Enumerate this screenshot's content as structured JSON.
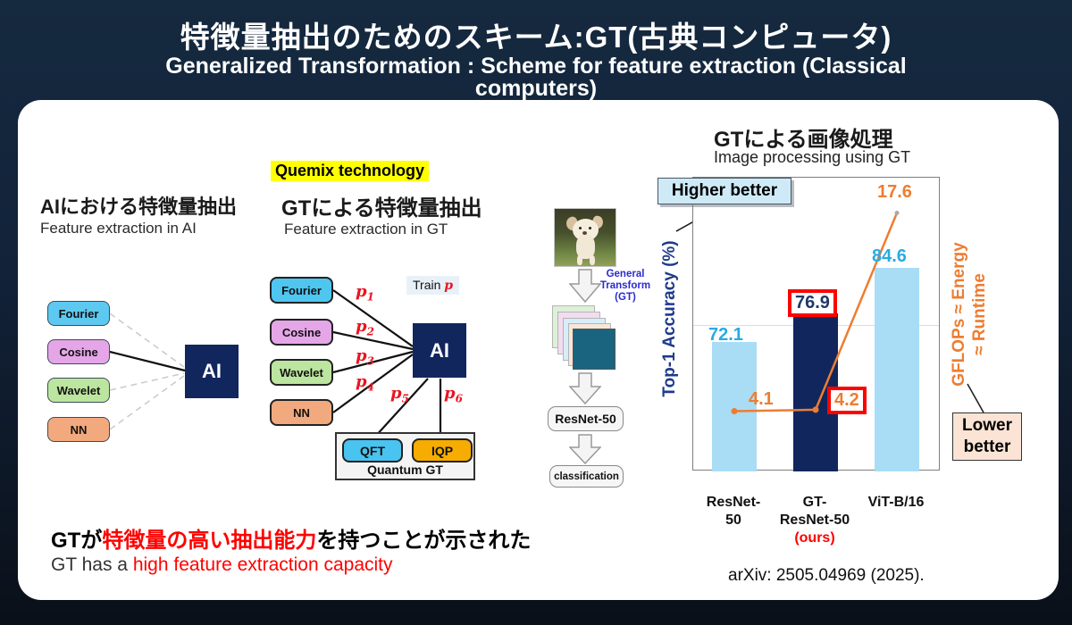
{
  "header": {
    "title_jp": "特徴量抽出のためのスキーム:GT(古典コンピュータ)",
    "subtitle_line1": "Generalized Transformation : Scheme for feature extraction (Classical",
    "subtitle_line2": "computers)"
  },
  "ai_section": {
    "title_jp": "AIにおける特徴量抽出",
    "title_en": "Feature extraction in AI",
    "ai_label": "AI",
    "ai_color": "#12265e",
    "inputs": [
      {
        "label": "Fourier",
        "color": "#5ec9f0"
      },
      {
        "label": "Cosine",
        "color": "#e5a6e8"
      },
      {
        "label": "Wavelet",
        "color": "#bce59f"
      },
      {
        "label": "NN",
        "color": "#f2a97e"
      }
    ]
  },
  "gt_section": {
    "badge": "Quemix technology",
    "title_jp": "GTによる特徴量抽出",
    "title_en": "Feature extraction in GT",
    "train_box": {
      "prefix": "Train ",
      "p": "p"
    },
    "ai_label": "AI",
    "inputs": [
      {
        "label": "Fourier",
        "color": "#4ec6f0"
      },
      {
        "label": "Cosine",
        "color": "#e5a6e8"
      },
      {
        "label": "Wavelet",
        "color": "#bce59f"
      },
      {
        "label": "NN",
        "color": "#f2a97e"
      }
    ],
    "p_labels": [
      {
        "base": "p",
        "sub": "1"
      },
      {
        "base": "p",
        "sub": "2"
      },
      {
        "base": "p",
        "sub": "3"
      },
      {
        "base": "p",
        "sub": "4"
      },
      {
        "base": "p",
        "sub": "5"
      },
      {
        "base": "p",
        "sub": "6"
      }
    ],
    "quantum": {
      "qft": "QFT",
      "qft_color": "#49c3ef",
      "iqp": "IQP",
      "iqp_color": "#f6ac00",
      "container": "Quantum GT"
    }
  },
  "pipeline": {
    "gt_label_line1": "General",
    "gt_label_line2": "Transform",
    "gt_label_line3": "(GT)",
    "resnet": "ResNet-50",
    "classification": "classification"
  },
  "chart": {
    "title_jp": "GTによる画像処理",
    "title_en": "Image processing using GT",
    "higher_better": "Higher better",
    "lower_better_line1": "Lower",
    "lower_better_line2": "better",
    "caption": "arXiv: 2505.04969 (2025)."
  },
  "chart_data": {
    "type": "bar",
    "categories": [
      {
        "lines": [
          "ResNet-",
          "50"
        ]
      },
      {
        "lines": [
          "GT-",
          "ResNet-50"
        ],
        "red_line": "(ours)"
      },
      {
        "lines": [
          "ViT-B/16"
        ]
      }
    ],
    "series": [
      {
        "name": "Top-1 Accuracy (%)",
        "type": "bar",
        "axis": "left",
        "values": [
          72.1,
          76.9,
          84.6
        ],
        "colors": [
          "#a9dcf5",
          "#12265e",
          "#a9dcf5"
        ],
        "label_colors": [
          "#29abe2",
          "#1f3868",
          "#29abe2"
        ]
      },
      {
        "name": "GFLOPs",
        "type": "line",
        "axis": "right",
        "values": [
          4.1,
          4.2,
          17.6
        ],
        "color": "#ed7d31"
      }
    ],
    "left_axis": {
      "label": "Top-1 Accuracy (%)",
      "range": [
        50,
        100
      ],
      "color": "#1e3a8c"
    },
    "right_axis": {
      "label_line1": "GFLOPs ≈ Energy",
      "label_line2": "≈ Runtime",
      "range": [
        0,
        20
      ],
      "color": "#ed7d31"
    },
    "gridlines": [
      75
    ],
    "boxed_values": [
      76.9,
      4.2
    ],
    "legend_position": "none",
    "highlight_color": "#ff0000"
  },
  "footer": {
    "jp_black1": "GTが",
    "jp_red": "特徴量の高い抽出能力",
    "jp_black2": "を持つことが示された",
    "en_black": "GT has a ",
    "en_red": "high feature extraction capacity"
  }
}
